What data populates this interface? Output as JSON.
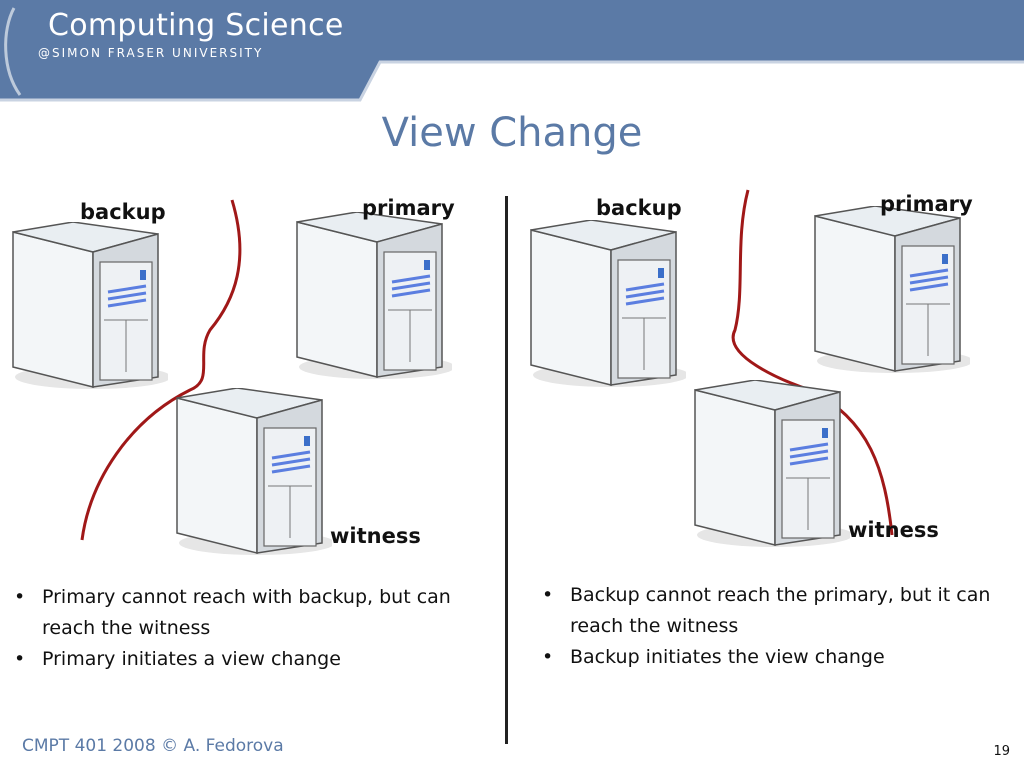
{
  "header": {
    "brand_title": "Computing Science",
    "brand_subtitle": "@SIMON FRASER UNIVERSITY"
  },
  "slide": {
    "title": "View Change"
  },
  "left_scenario": {
    "labels": {
      "backup": "backup",
      "primary": "primary",
      "witness": "witness"
    },
    "bullets": [
      "Primary cannot reach with backup, but can reach the witness",
      "Primary initiates a view change"
    ]
  },
  "right_scenario": {
    "labels": {
      "backup": "backup",
      "primary": "primary",
      "witness": "witness"
    },
    "bullets": [
      "Backup cannot reach the primary, but it can reach the witness",
      "Backup initiates the view change"
    ]
  },
  "footer": {
    "course": "CMPT 401 2008  © A. Fedorova",
    "page_number": "19"
  },
  "colors": {
    "header_blue": "#5b7aa6",
    "partition_line": "#a01818"
  }
}
